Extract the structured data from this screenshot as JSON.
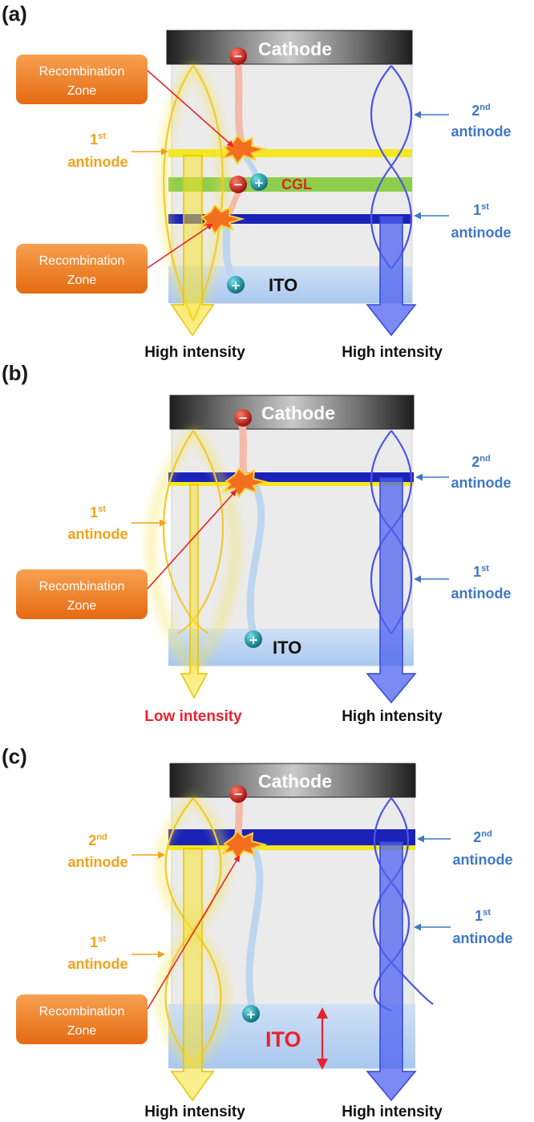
{
  "panels": [
    {
      "label": "(a)",
      "cathode": "Cathode",
      "ito": "ITO",
      "cgl": "CGL",
      "recombination_zones": [
        {
          "line1": "Recombination",
          "line2": "Zone"
        },
        {
          "line1": "Recombination",
          "line2": "Zone"
        }
      ],
      "yellow_antinodes": [
        {
          "num": "1",
          "sup": "st",
          "word": "antinode"
        }
      ],
      "blue_antinodes": [
        {
          "num": "2",
          "sup": "nd",
          "word": "antinode"
        },
        {
          "num": "1",
          "sup": "st",
          "word": "antinode"
        }
      ],
      "intensity_left": "High intensity",
      "intensity_right": "High intensity"
    },
    {
      "label": "(b)",
      "cathode": "Cathode",
      "ito": "ITO",
      "recombination_zones": [
        {
          "line1": "Recombination",
          "line2": "Zone"
        }
      ],
      "yellow_antinodes": [
        {
          "num": "1",
          "sup": "st",
          "word": "antinode"
        }
      ],
      "blue_antinodes": [
        {
          "num": "2",
          "sup": "nd",
          "word": "antinode"
        },
        {
          "num": "1",
          "sup": "st",
          "word": "antinode"
        }
      ],
      "intensity_left": "Low intensity",
      "intensity_right": "High intensity"
    },
    {
      "label": "(c)",
      "cathode": "Cathode",
      "ito": "ITO",
      "recombination_zones": [
        {
          "line1": "Recombination",
          "line2": "Zone"
        }
      ],
      "yellow_antinodes": [
        {
          "num": "2",
          "sup": "nd",
          "word": "antinode"
        },
        {
          "num": "1",
          "sup": "st",
          "word": "antinode"
        }
      ],
      "blue_antinodes": [
        {
          "num": "2",
          "sup": "nd",
          "word": "antinode"
        },
        {
          "num": "1",
          "sup": "st",
          "word": "antinode"
        }
      ],
      "intensity_left": "High intensity",
      "intensity_right": "High intensity"
    }
  ],
  "charges": {
    "electron": "−",
    "hole": "+"
  },
  "colors": {
    "yellow_light": "#f5d21e",
    "blue_light": "#4f63f0",
    "yellow_text": "#f1a21a",
    "blue_text": "#3f78c8",
    "recombination_box": "#f07d22",
    "cgl_layer": "#8fce4c",
    "emitter_blue": "#1a22b8",
    "emitter_yellow": "#f3e821",
    "highlight_red": "#e8222d"
  }
}
